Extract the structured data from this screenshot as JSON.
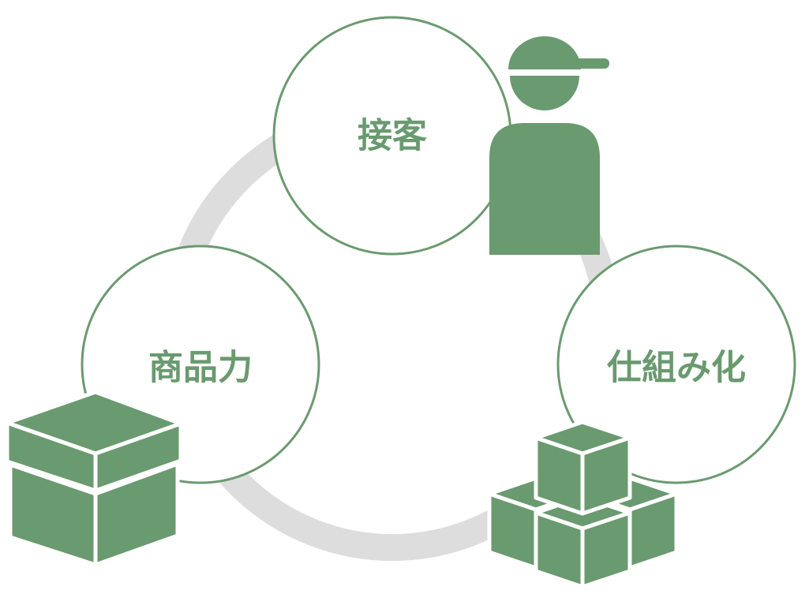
{
  "diagram": {
    "nodes": [
      {
        "id": "service",
        "label": "接客",
        "icon": "staff-person-icon"
      },
      {
        "id": "system",
        "label": "仕組み化",
        "icon": "stacked-boxes-icon"
      },
      {
        "id": "product",
        "label": "商品力",
        "icon": "box-icon"
      }
    ]
  },
  "colors": {
    "accent": "#6a9a6f",
    "ring": "#dcdddc",
    "circle_fill": "#ffffff",
    "background": "#ffffff"
  }
}
